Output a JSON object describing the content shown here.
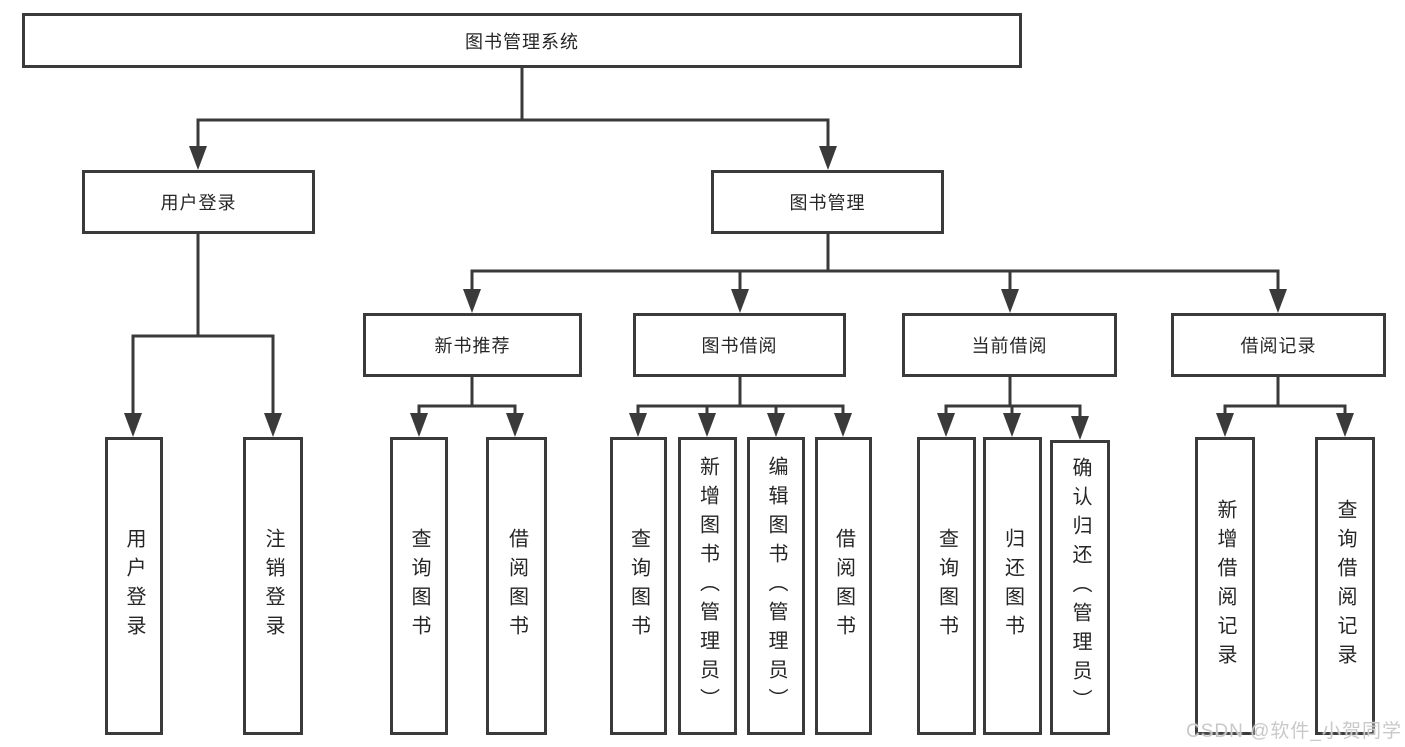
{
  "tree": {
    "root": "图书管理系统",
    "branches": [
      {
        "label": "用户登录",
        "children": [
          "用户登录",
          "注销登录"
        ]
      },
      {
        "label": "图书管理",
        "groups": [
          {
            "label": "新书推荐",
            "children": [
              "查询图书",
              "借阅图书"
            ]
          },
          {
            "label": "图书借阅",
            "children": [
              "查询图书",
              "新增图书（管理员）",
              "编辑图书（管理员）",
              "借阅图书"
            ]
          },
          {
            "label": "当前借阅",
            "children": [
              "查询图书",
              "归还图书",
              "确认归还（管理员）"
            ]
          },
          {
            "label": "借阅记录",
            "children": [
              "新增借阅记录",
              "查询借阅记录"
            ]
          }
        ]
      }
    ]
  },
  "watermark": "CSDN @软件_小贺同学",
  "colors": {
    "line": "#3a3a3a",
    "text": "#262626",
    "background": "#ffffff",
    "watermark": "#c9c9c9"
  }
}
